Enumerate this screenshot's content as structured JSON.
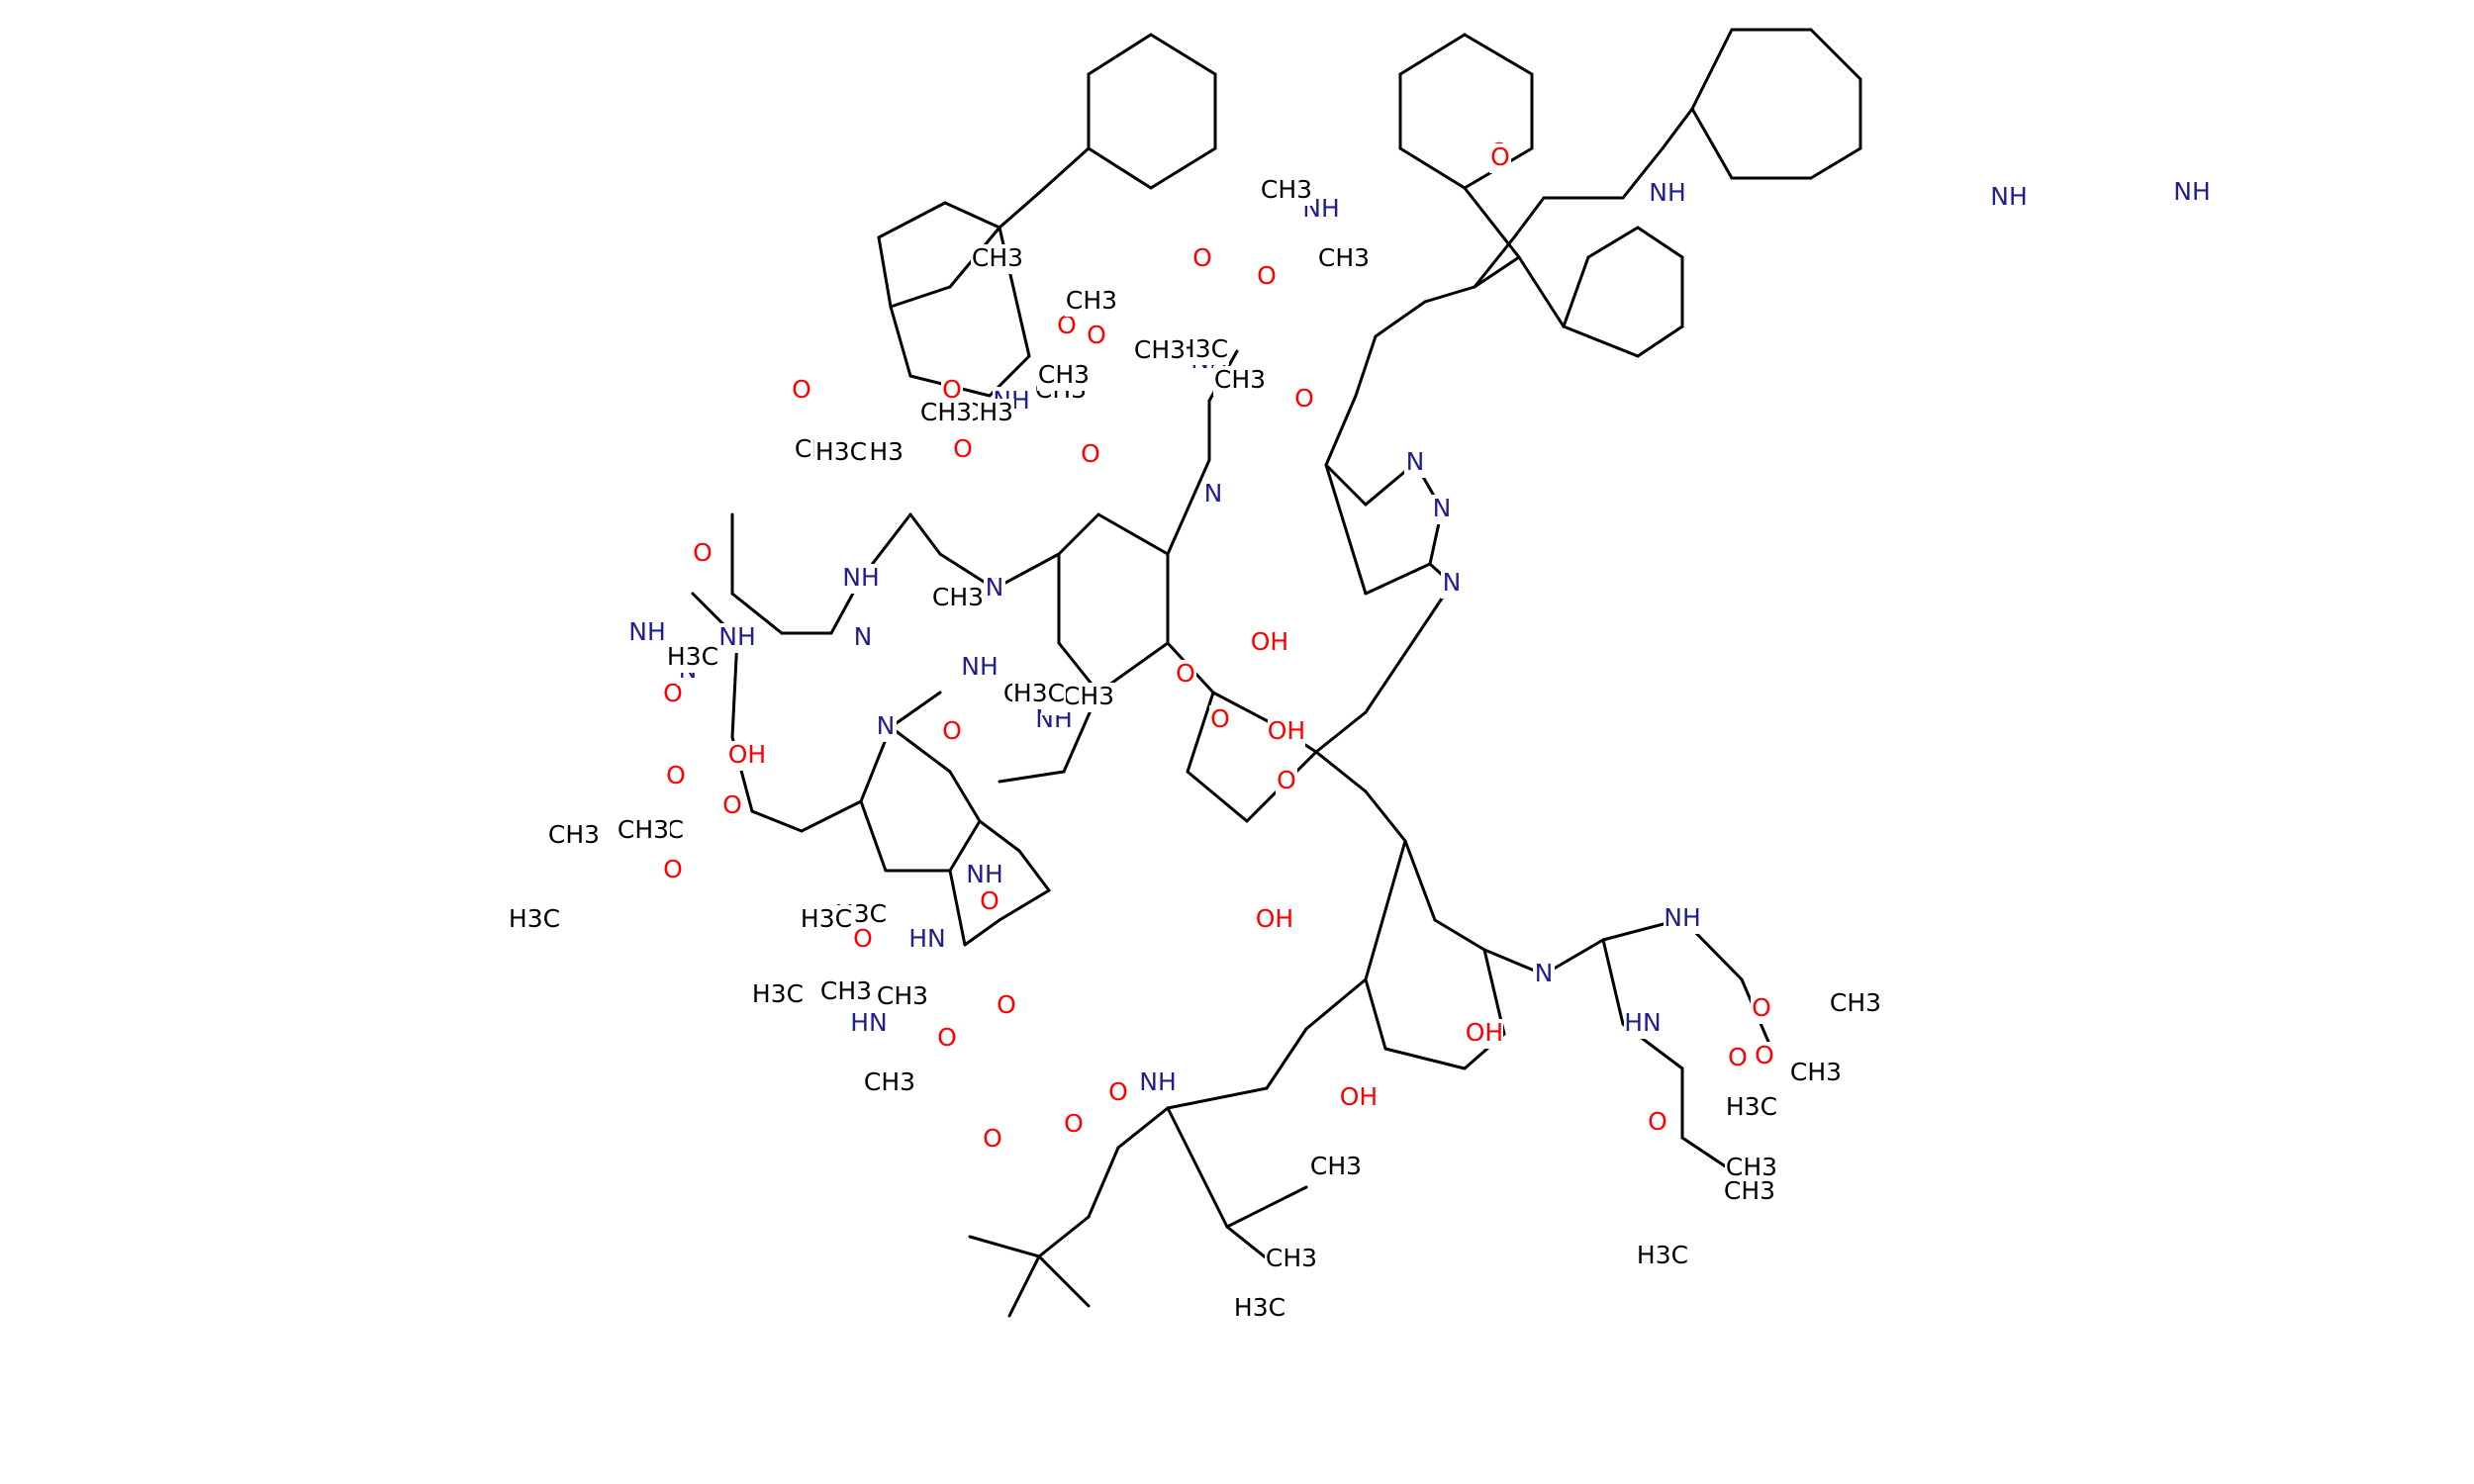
{
  "diagram": {
    "type": "chemical-structure",
    "colors": {
      "bond": "#000000",
      "oxygen": "#ff0000",
      "nitrogen": "#1f1f8f",
      "carbon": "#000000"
    },
    "labels": [
      {
        "id": "l1",
        "text": "NH",
        "element": "N"
      },
      {
        "id": "l2",
        "text": "O",
        "element": "O"
      },
      {
        "id": "l3",
        "text": "NH",
        "element": "N"
      },
      {
        "id": "l4",
        "text": "NH",
        "element": "N"
      },
      {
        "id": "l5",
        "text": "O",
        "element": "O"
      },
      {
        "id": "l6",
        "text": "NH",
        "element": "N"
      },
      {
        "id": "l7",
        "text": "O",
        "element": "O"
      },
      {
        "id": "l8",
        "text": "CH3",
        "element": "C"
      },
      {
        "id": "l9",
        "text": "CH3",
        "element": "C"
      },
      {
        "id": "l10",
        "text": "O",
        "element": "O"
      },
      {
        "id": "l11",
        "text": "CH3",
        "element": "C"
      },
      {
        "id": "l12",
        "text": "O",
        "element": "O"
      },
      {
        "id": "l13",
        "text": "NH",
        "element": "N"
      },
      {
        "id": "l14",
        "text": "O",
        "element": "O"
      },
      {
        "id": "l15",
        "text": "NH",
        "element": "N"
      },
      {
        "id": "l16",
        "text": "N",
        "element": "N"
      },
      {
        "id": "l17",
        "text": "N",
        "element": "N"
      },
      {
        "id": "l18",
        "text": "N",
        "element": "N"
      },
      {
        "id": "l19",
        "text": "N",
        "element": "N"
      },
      {
        "id": "l20",
        "text": "OH",
        "element": "O"
      },
      {
        "id": "l21",
        "text": "N",
        "element": "N"
      },
      {
        "id": "l22",
        "text": "NH",
        "element": "N"
      },
      {
        "id": "l23",
        "text": "O",
        "element": "O"
      },
      {
        "id": "l24",
        "text": "NH",
        "element": "N"
      },
      {
        "id": "l25",
        "text": "CH3",
        "element": "C"
      },
      {
        "id": "l26",
        "text": "CH3",
        "element": "C"
      },
      {
        "id": "l27",
        "text": "CH3",
        "element": "C"
      },
      {
        "id": "l28",
        "text": "O",
        "element": "O"
      },
      {
        "id": "l29",
        "text": "O",
        "element": "O"
      },
      {
        "id": "l30",
        "text": "O",
        "element": "O"
      },
      {
        "id": "l31",
        "text": "CH3",
        "element": "C"
      },
      {
        "id": "l32",
        "text": "H3C",
        "element": "C"
      },
      {
        "id": "l33",
        "text": "CH3",
        "element": "C"
      },
      {
        "id": "l34",
        "text": "O",
        "element": "O"
      },
      {
        "id": "l35",
        "text": "CH3",
        "element": "C"
      },
      {
        "id": "l36",
        "text": "CH3",
        "element": "C"
      },
      {
        "id": "l37",
        "text": "O",
        "element": "O"
      },
      {
        "id": "l38",
        "text": "CH3",
        "element": "C"
      },
      {
        "id": "l39",
        "text": "CH3",
        "element": "C"
      },
      {
        "id": "l40",
        "text": "O",
        "element": "O"
      },
      {
        "id": "l41",
        "text": "N",
        "element": "N"
      },
      {
        "id": "l42",
        "text": "NH",
        "element": "N"
      },
      {
        "id": "l43",
        "text": "O",
        "element": "O"
      },
      {
        "id": "l44",
        "text": "OH",
        "element": "O"
      },
      {
        "id": "l45",
        "text": "NH",
        "element": "N"
      },
      {
        "id": "l46",
        "text": "O",
        "element": "O"
      },
      {
        "id": "l47",
        "text": "O",
        "element": "O"
      },
      {
        "id": "l48",
        "text": "CH3",
        "element": "C"
      },
      {
        "id": "l49",
        "text": "CH3",
        "element": "C"
      },
      {
        "id": "l50",
        "text": "H3C",
        "element": "C"
      },
      {
        "id": "l51",
        "text": "O",
        "element": "O"
      },
      {
        "id": "l52",
        "text": "H3C",
        "element": "C"
      },
      {
        "id": "l53",
        "text": "CH3",
        "element": "C"
      },
      {
        "id": "l54",
        "text": "O",
        "element": "O"
      },
      {
        "id": "l55",
        "text": "OH",
        "element": "O"
      },
      {
        "id": "l56",
        "text": "O",
        "element": "O"
      },
      {
        "id": "l57",
        "text": "OH",
        "element": "O"
      },
      {
        "id": "l58",
        "text": "N",
        "element": "N"
      },
      {
        "id": "l59",
        "text": "O",
        "element": "O"
      },
      {
        "id": "l60",
        "text": "H3C",
        "element": "C"
      },
      {
        "id": "l61",
        "text": "NH",
        "element": "N"
      },
      {
        "id": "l62",
        "text": "HN",
        "element": "N"
      },
      {
        "id": "l63",
        "text": "CH3",
        "element": "C"
      },
      {
        "id": "l64",
        "text": "H3C",
        "element": "C"
      },
      {
        "id": "l65",
        "text": "O",
        "element": "O"
      },
      {
        "id": "l66",
        "text": "CH3",
        "element": "C"
      },
      {
        "id": "l67",
        "text": "O",
        "element": "O"
      },
      {
        "id": "l68",
        "text": "H3C",
        "element": "C"
      },
      {
        "id": "l69",
        "text": "O",
        "element": "O"
      },
      {
        "id": "l70",
        "text": "NH",
        "element": "N"
      },
      {
        "id": "l71",
        "text": "CH3",
        "element": "C"
      },
      {
        "id": "l72",
        "text": "O",
        "element": "O"
      },
      {
        "id": "l73",
        "text": "H3C",
        "element": "C"
      },
      {
        "id": "l74",
        "text": "O",
        "element": "O"
      },
      {
        "id": "l75",
        "text": "O",
        "element": "O"
      },
      {
        "id": "l76",
        "text": "NH",
        "element": "N"
      },
      {
        "id": "l77",
        "text": "CH3",
        "element": "C"
      },
      {
        "id": "l78",
        "text": "N",
        "element": "N"
      },
      {
        "id": "l79",
        "text": "H3C",
        "element": "C"
      },
      {
        "id": "l80",
        "text": "O",
        "element": "O"
      },
      {
        "id": "l81",
        "text": "CH3",
        "element": "C"
      },
      {
        "id": "l82",
        "text": "H3C",
        "element": "C"
      },
      {
        "id": "l83",
        "text": "HN",
        "element": "N"
      },
      {
        "id": "l84",
        "text": "O",
        "element": "O"
      },
      {
        "id": "l85",
        "text": "O",
        "element": "O"
      },
      {
        "id": "l86",
        "text": "CH3",
        "element": "C"
      },
      {
        "id": "l87",
        "text": "CH3",
        "element": "C"
      },
      {
        "id": "l88",
        "text": "H3C",
        "element": "C"
      },
      {
        "id": "l89",
        "text": "O",
        "element": "O"
      },
      {
        "id": "l90",
        "text": "OH",
        "element": "O"
      },
      {
        "id": "l91",
        "text": "OH",
        "element": "O"
      },
      {
        "id": "l92",
        "text": "N",
        "element": "N"
      },
      {
        "id": "l93",
        "text": "NH",
        "element": "N"
      },
      {
        "id": "l94",
        "text": "O",
        "element": "O"
      },
      {
        "id": "l95",
        "text": "CH3",
        "element": "C"
      },
      {
        "id": "l96",
        "text": "CH3",
        "element": "C"
      },
      {
        "id": "l97",
        "text": "H3C",
        "element": "C"
      },
      {
        "id": "l98",
        "text": "O",
        "element": "O"
      },
      {
        "id": "l99",
        "text": "HN",
        "element": "N"
      },
      {
        "id": "l100",
        "text": "O",
        "element": "O"
      },
      {
        "id": "l101",
        "text": "O",
        "element": "O"
      },
      {
        "id": "l102",
        "text": "CH3",
        "element": "C"
      },
      {
        "id": "l103",
        "text": "CH3",
        "element": "C"
      },
      {
        "id": "l104",
        "text": "H3C",
        "element": "C"
      }
    ]
  }
}
